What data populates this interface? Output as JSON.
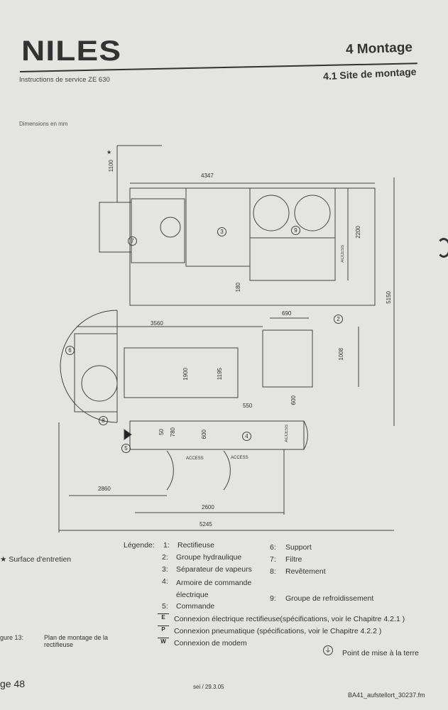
{
  "header": {
    "logo": "NILES",
    "chapter": "4 Montage",
    "section": "4.1 Site de montage",
    "subtitle": "Instructions de service ZE 630"
  },
  "drawing": {
    "units_note": "Dimensions en mm",
    "dimensions": {
      "d1100": "1100",
      "d4347": "4347",
      "d2200": "2200",
      "d5150": "5150",
      "d180": "180",
      "d3560": "3560",
      "d690": "690",
      "d1008": "1008",
      "d1900": "1900",
      "d1195": "1195",
      "d550": "550",
      "d600a": "600",
      "d50": "50",
      "d780": "780",
      "d600b": "600",
      "d2860": "2860",
      "d2600": "2600",
      "d5245": "5245"
    },
    "access_labels": [
      "ACCESS",
      "ACCESS",
      "ACCESS",
      "ACCESS"
    ],
    "markers": {
      "m7": "7",
      "m3": "3",
      "m9": "9",
      "m2": "2",
      "m6": "6",
      "m8": "8",
      "m5": "5",
      "m4": "4"
    },
    "star": "★"
  },
  "legend": {
    "title": "Légende:",
    "items": [
      {
        "num": "1:",
        "label": "Rectifieuse"
      },
      {
        "num": "2:",
        "label": "Groupe hydraulique"
      },
      {
        "num": "3:",
        "label": "Séparateur de vapeurs"
      },
      {
        "num": "4:",
        "label": "Armoire de commande électrique"
      },
      {
        "num": "5:",
        "label": "Commande"
      },
      {
        "num": "6:",
        "label": "Support"
      },
      {
        "num": "7:",
        "label": "Filtre"
      },
      {
        "num": "8:",
        "label": "Revêtement"
      },
      {
        "num": "9:",
        "label": "Groupe de refroidissement"
      }
    ],
    "connections": [
      {
        "symbol": "E",
        "label": "Connexion électrique rectifieuse(spécifications, voir le Chapitre 4.2.1 )"
      },
      {
        "symbol": "P",
        "label": "Connexion pneumatique (spécifications, voir le Chapitre 4.2.2 )"
      },
      {
        "symbol": "W",
        "label": "Connexion de modem"
      }
    ],
    "ground": "Point de mise à la terre",
    "maintenance": "★ Surface d'entretien"
  },
  "figure": {
    "number": "gure 13:",
    "caption": "Plan de montage de la rectifieuse"
  },
  "footer": {
    "page": "ge 48",
    "date": "sei / 29.3.05",
    "file": "BA41_aufstellort_30237.fm"
  }
}
